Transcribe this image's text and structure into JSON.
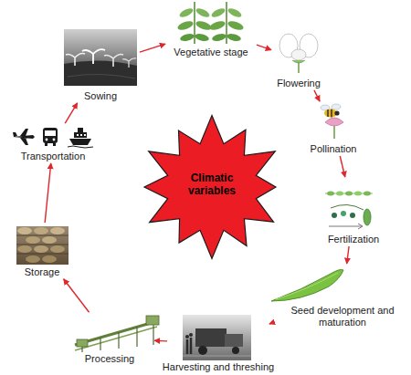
{
  "diagram": {
    "nodes": [
      {
        "text": [
          "Sowing"
        ]
      },
      {
        "text": [
          "Vegetative stage"
        ]
      },
      {
        "text": [
          "Flowering"
        ]
      },
      {
        "text": [
          "Pollination"
        ]
      },
      {
        "text": [
          "Fertilization"
        ]
      },
      {
        "text": [
          "Seed development and maturation"
        ]
      },
      {
        "text": [
          "Harvesting and threshing"
        ]
      },
      {
        "text": [
          "Processing"
        ]
      },
      {
        "text": [
          "Storage"
        ]
      },
      {
        "text": [
          "Transportation"
        ]
      },
      {
        "text": [
          "Climatic variables"
        ]
      }
    ],
    "edges": [
      {
        "from": 0,
        "to": 1,
        "arrow": "to"
      },
      {
        "from": 1,
        "to": 2,
        "arrow": "to"
      },
      {
        "from": 2,
        "to": 3,
        "arrow": "to"
      },
      {
        "from": 3,
        "to": 4,
        "arrow": "to"
      },
      {
        "from": 4,
        "to": 5,
        "arrow": "to"
      },
      {
        "from": 5,
        "to": 6,
        "arrow": "to"
      },
      {
        "from": 6,
        "to": 7,
        "arrow": "to"
      },
      {
        "from": 7,
        "to": 8,
        "arrow": "to"
      },
      {
        "from": 8,
        "to": 9,
        "arrow": "to"
      },
      {
        "from": 9,
        "to": 0,
        "arrow": "to"
      }
    ]
  }
}
